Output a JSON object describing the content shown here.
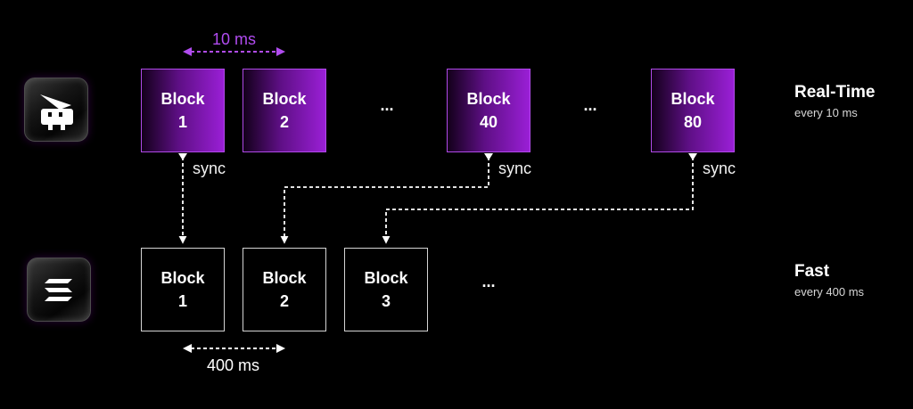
{
  "colors": {
    "accent": "#b14cf0",
    "block_gradient_start": "#13001a",
    "block_gradient_end": "#9a1fd6",
    "background": "#000000",
    "line": "#ffffff"
  },
  "icons": {
    "realtime_logo": "pointy-hat-mascot-icon",
    "fast_logo": "solana-logo-icon"
  },
  "realtime": {
    "title": "Real-Time",
    "subtitle": "every 10 ms",
    "interval_label": "10 ms",
    "blocks": [
      {
        "word": "Block",
        "number": "1"
      },
      {
        "word": "Block",
        "number": "2"
      },
      {
        "word": "Block",
        "number": "40"
      },
      {
        "word": "Block",
        "number": "80"
      }
    ],
    "ellipsis_1": "...",
    "ellipsis_2": "..."
  },
  "fast": {
    "title": "Fast",
    "subtitle": "every 400 ms",
    "interval_label": "400 ms",
    "blocks": [
      {
        "word": "Block",
        "number": "1"
      },
      {
        "word": "Block",
        "number": "2"
      },
      {
        "word": "Block",
        "number": "3"
      }
    ],
    "ellipsis": "..."
  },
  "sync_links": [
    {
      "from": "realtime.block.1",
      "to": "fast.block.1",
      "label": "sync"
    },
    {
      "from": "realtime.block.40",
      "to": "fast.block.2",
      "label": "sync"
    },
    {
      "from": "realtime.block.80",
      "to": "fast.block.3",
      "label": "sync"
    }
  ]
}
